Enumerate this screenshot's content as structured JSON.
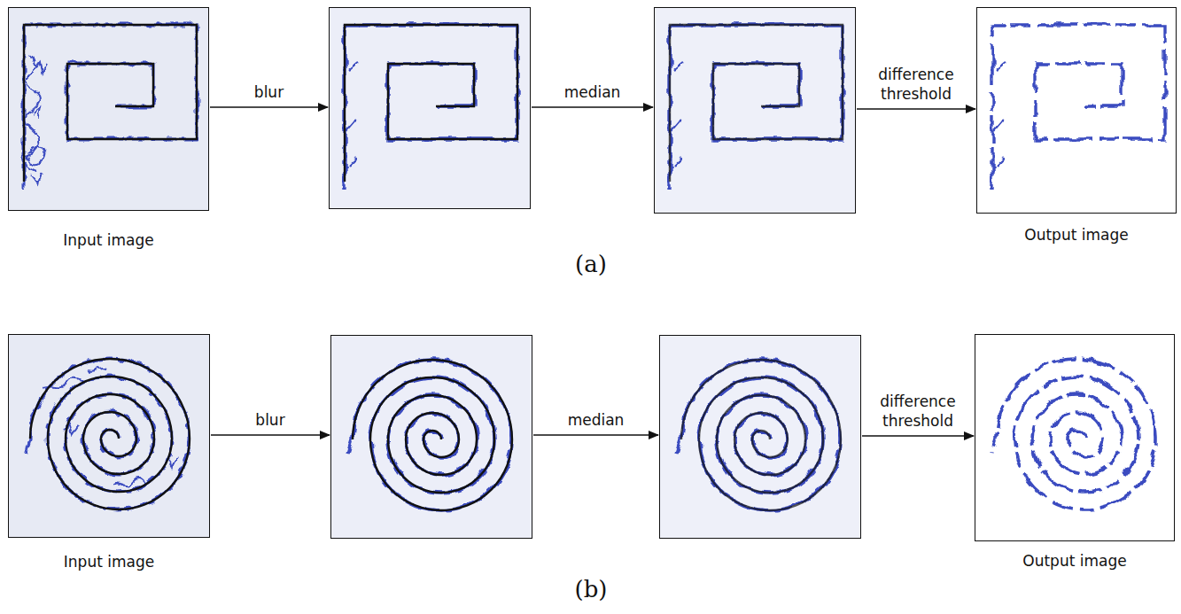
{
  "diagram": {
    "nodes": [
      {
        "text": [
          "Input image"
        ]
      },
      {
        "text": []
      },
      {
        "text": []
      },
      {
        "text": [
          "Output image"
        ]
      },
      {
        "text": [
          "Input image"
        ]
      },
      {
        "text": []
      },
      {
        "text": []
      },
      {
        "text": [
          "Output image"
        ]
      }
    ],
    "edges": [
      {
        "from": 0,
        "to": 1,
        "arrow": "to",
        "label": "blur"
      },
      {
        "from": 1,
        "to": 2,
        "arrow": "to",
        "label": "median"
      },
      {
        "from": 2,
        "to": 3,
        "arrow": "to",
        "label": "difference threshold"
      },
      {
        "from": 4,
        "to": 5,
        "arrow": "to",
        "label": "blur"
      },
      {
        "from": 5,
        "to": 6,
        "arrow": "to",
        "label": "median"
      },
      {
        "from": 6,
        "to": 7,
        "arrow": "to",
        "label": "difference threshold"
      }
    ],
    "labels": [
      "(a)",
      "(b)"
    ]
  }
}
